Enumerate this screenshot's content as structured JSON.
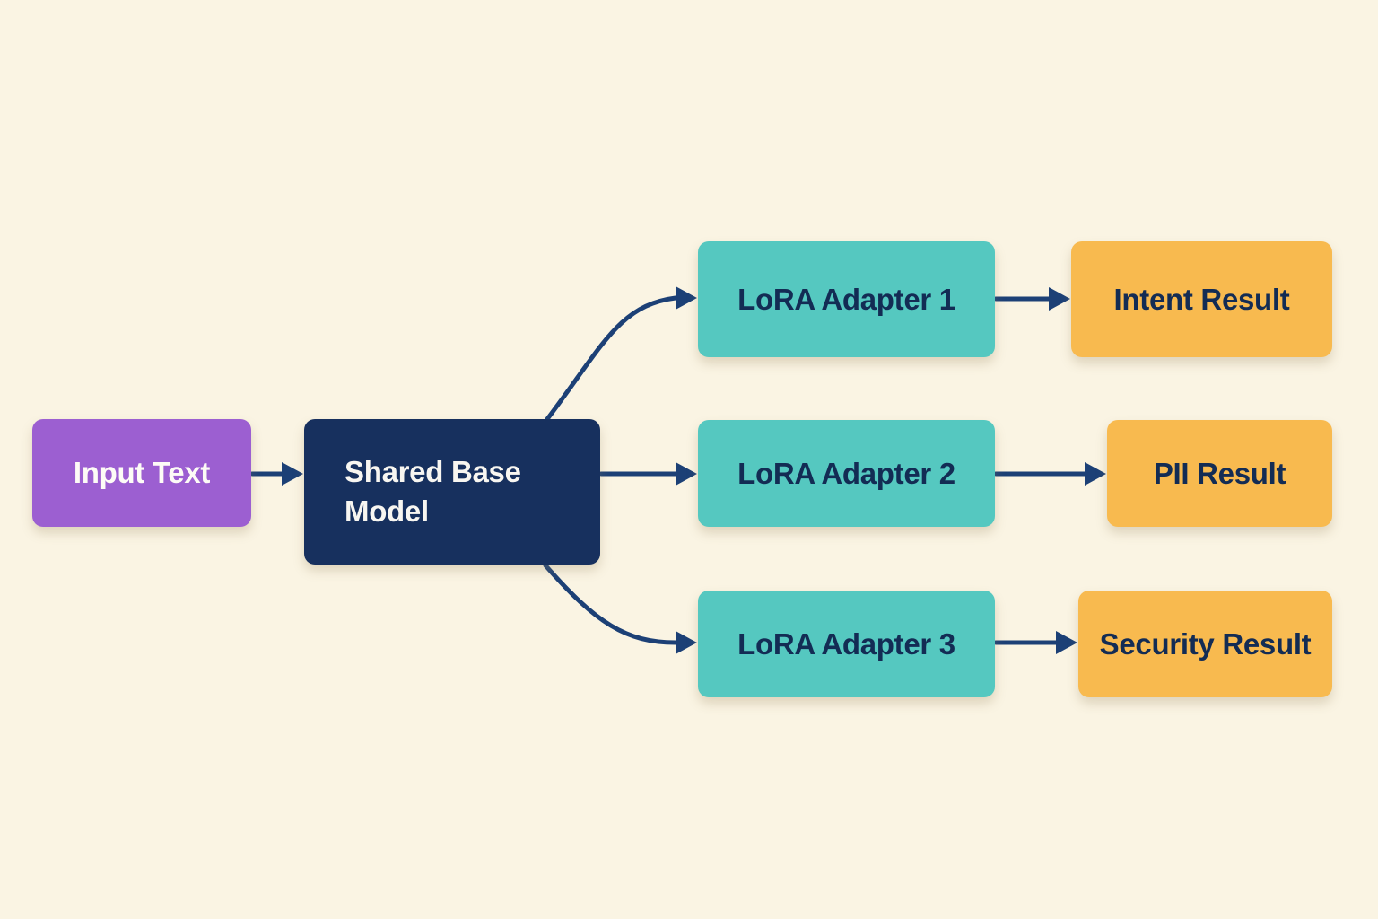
{
  "diagram": {
    "background_color": "#faf4e3",
    "arrow_color": "#1c4076",
    "nodes": {
      "input": {
        "label": "Input Text",
        "color": "#9c5fd1",
        "text_color": "#fdfbf6"
      },
      "base": {
        "label": "Shared Base Model",
        "color": "#17305e",
        "text_color": "#f8f6f1"
      },
      "adapter1": {
        "label": "LoRA Adapter 1",
        "color": "#55c8c0",
        "text_color": "#132c54"
      },
      "adapter2": {
        "label": "LoRA Adapter 2",
        "color": "#55c8c0",
        "text_color": "#132c54"
      },
      "adapter3": {
        "label": "LoRA Adapter 3",
        "color": "#55c8c0",
        "text_color": "#132c54"
      },
      "result1": {
        "label": "Intent Result",
        "color": "#f8ba4f",
        "text_color": "#132c54"
      },
      "result2": {
        "label": "PII Result",
        "color": "#f8ba4f",
        "text_color": "#132c54"
      },
      "result3": {
        "label": "Security Result",
        "color": "#f8ba4f",
        "text_color": "#132c54"
      }
    },
    "edges": [
      {
        "from": "input",
        "to": "base"
      },
      {
        "from": "base",
        "to": "adapter1"
      },
      {
        "from": "base",
        "to": "adapter2"
      },
      {
        "from": "base",
        "to": "adapter3"
      },
      {
        "from": "adapter1",
        "to": "result1"
      },
      {
        "from": "adapter2",
        "to": "result2"
      },
      {
        "from": "adapter3",
        "to": "result3"
      }
    ]
  }
}
